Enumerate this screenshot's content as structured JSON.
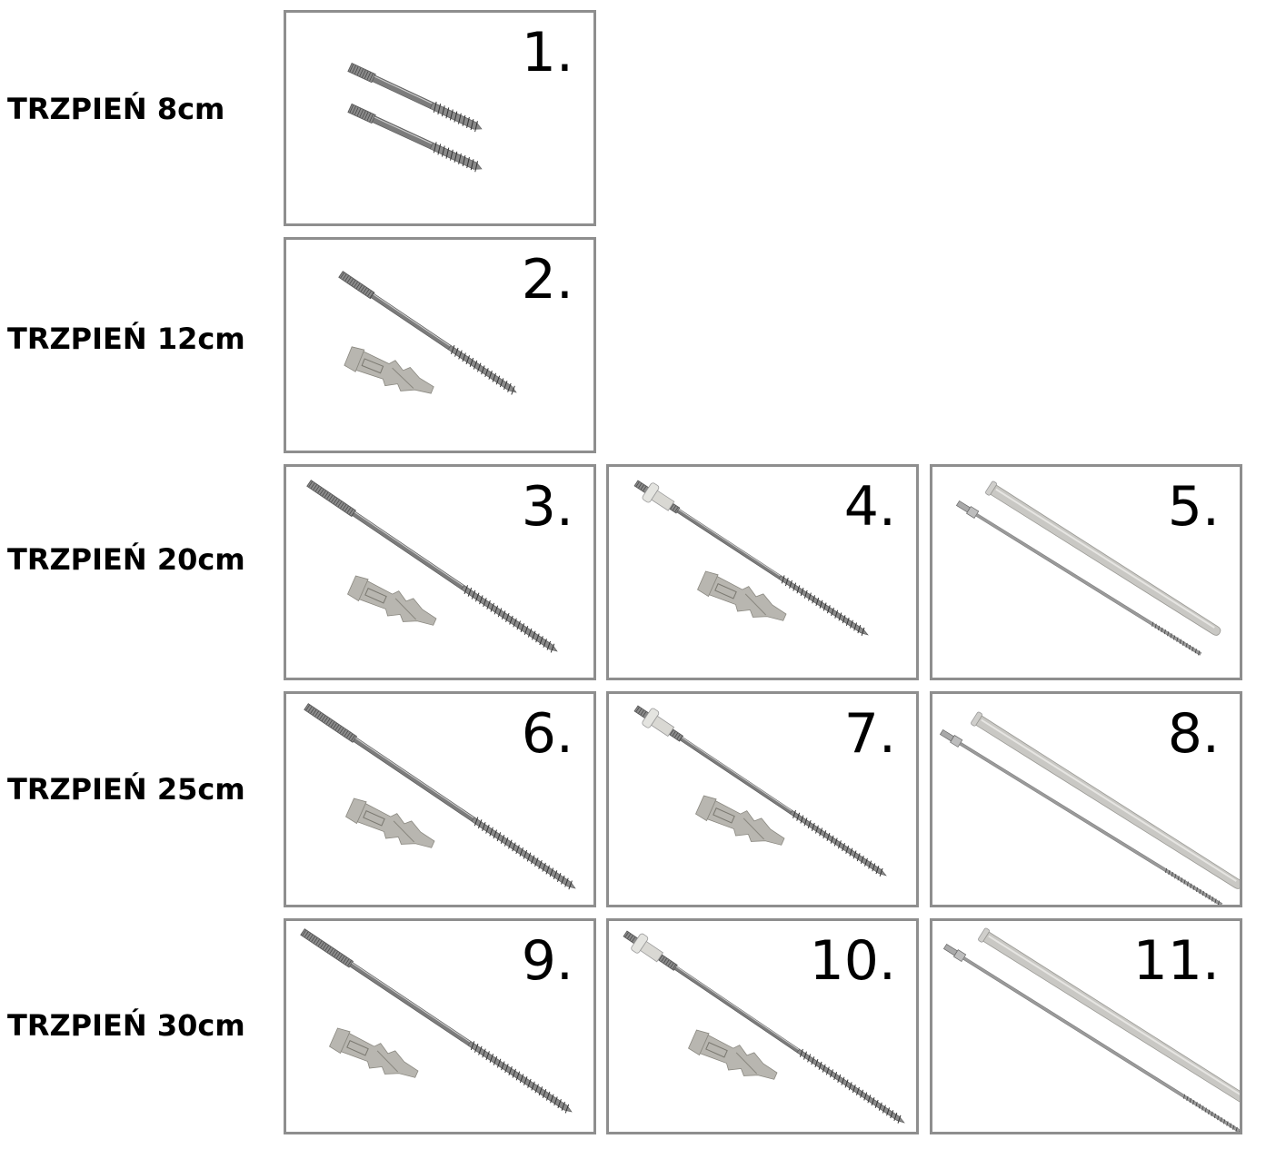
{
  "rows": [
    {
      "label": "TRZPIEŃ 8cm"
    },
    {
      "label": "TRZPIEŃ 12cm"
    },
    {
      "label": "TRZPIEŃ 20cm"
    },
    {
      "label": "TRZPIEŃ 25cm"
    },
    {
      "label": "TRZPIEŃ 30cm"
    }
  ],
  "items": [
    {
      "number": "1.",
      "kind": "double-screw-icon"
    },
    {
      "number": "2.",
      "kind": "screw-with-dowel-icon"
    },
    {
      "number": "3.",
      "kind": "screw-with-dowel-icon"
    },
    {
      "number": "4.",
      "kind": "screw-with-collar-and-dowel-icon"
    },
    {
      "number": "5.",
      "kind": "long-frame-anchor-icon"
    },
    {
      "number": "6.",
      "kind": "screw-with-dowel-icon"
    },
    {
      "number": "7.",
      "kind": "screw-with-collar-and-dowel-icon"
    },
    {
      "number": "8.",
      "kind": "long-frame-anchor-icon"
    },
    {
      "number": "9.",
      "kind": "screw-with-dowel-icon"
    },
    {
      "number": "10.",
      "kind": "screw-with-collar-and-dowel-icon"
    },
    {
      "number": "11.",
      "kind": "long-frame-anchor-icon"
    }
  ],
  "colors": {
    "border": "#8e8e8e",
    "metal": "#8a8a8a",
    "plastic": "#b8b6b0"
  }
}
